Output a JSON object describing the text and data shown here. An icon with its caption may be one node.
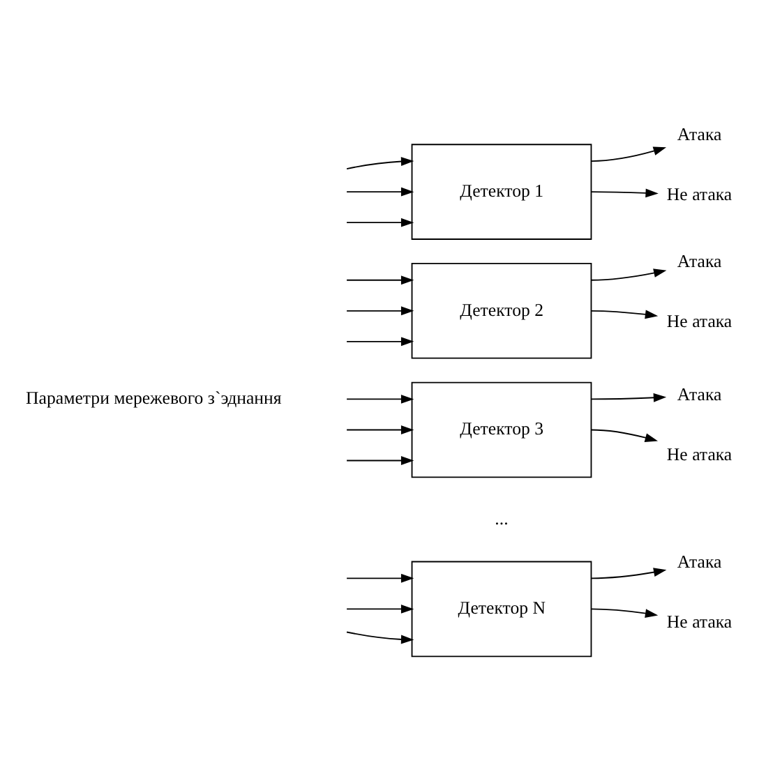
{
  "diagram": {
    "nodes": [
      {
        "text": [
          "Детектор 1"
        ]
      },
      {
        "text": [
          "Атака"
        ]
      },
      {
        "text": [
          "Не атака"
        ]
      },
      {
        "text": [
          "Детектор 2"
        ]
      },
      {
        "text": [
          "Атака"
        ]
      },
      {
        "text": [
          "Не атака"
        ]
      },
      {
        "text": [
          "Детектор 3"
        ]
      },
      {
        "text": [
          "Атака"
        ]
      },
      {
        "text": [
          "Не атака"
        ]
      },
      {
        "text": [
          "Детектор N"
        ]
      },
      {
        "text": [
          "Атака"
        ]
      },
      {
        "text": [
          "Не атака"
        ]
      }
    ],
    "edges": [
      {
        "from": null,
        "to": 0,
        "arrow": "to"
      },
      {
        "from": null,
        "to": 0,
        "arrow": "to"
      },
      {
        "from": null,
        "to": 0,
        "arrow": "to"
      },
      {
        "from": 0,
        "to": 1,
        "arrow": "to"
      },
      {
        "from": 0,
        "to": 2,
        "arrow": "to"
      },
      {
        "from": null,
        "to": 3,
        "arrow": "to"
      },
      {
        "from": null,
        "to": 3,
        "arrow": "to"
      },
      {
        "from": null,
        "to": 3,
        "arrow": "to"
      },
      {
        "from": 3,
        "to": 4,
        "arrow": "to"
      },
      {
        "from": 3,
        "to": 5,
        "arrow": "to"
      },
      {
        "from": null,
        "to": 6,
        "arrow": "to"
      },
      {
        "from": null,
        "to": 6,
        "arrow": "to"
      },
      {
        "from": null,
        "to": 6,
        "arrow": "to"
      },
      {
        "from": 6,
        "to": 7,
        "arrow": "to"
      },
      {
        "from": 6,
        "to": 8,
        "arrow": "to"
      },
      {
        "from": null,
        "to": 9,
        "arrow": "to"
      },
      {
        "from": null,
        "to": 9,
        "arrow": "to"
      },
      {
        "from": null,
        "to": 9,
        "arrow": "to"
      },
      {
        "from": 9,
        "to": 10,
        "arrow": "to"
      },
      {
        "from": 9,
        "to": 11,
        "arrow": "to"
      }
    ],
    "labels": [
      "Параметри мережевого з`эднання",
      "..."
    ]
  }
}
